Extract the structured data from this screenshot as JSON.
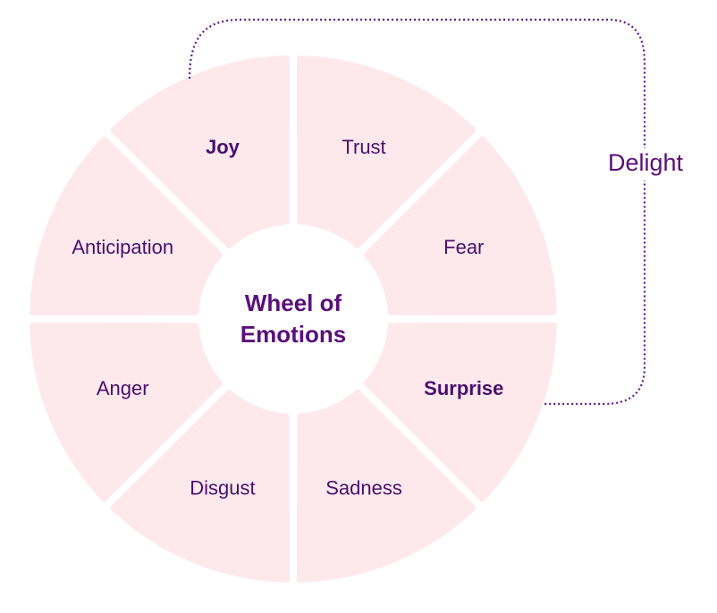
{
  "title": {
    "line1": "Wheel of",
    "line2": "Emotions"
  },
  "segments": [
    {
      "label": "Joy",
      "bold": true
    },
    {
      "label": "Trust",
      "bold": false
    },
    {
      "label": "Fear",
      "bold": false
    },
    {
      "label": "Surprise",
      "bold": true
    },
    {
      "label": "Sadness",
      "bold": false
    },
    {
      "label": "Disgust",
      "bold": false
    },
    {
      "label": "Anger",
      "bold": false
    },
    {
      "label": "Anticipation",
      "bold": false
    }
  ],
  "connector": {
    "label": "Delight",
    "from": "Joy",
    "to": "Surprise"
  },
  "colors": {
    "segment_fill": "#fde9ec",
    "text": "#4a0f6e",
    "accent": "#5a1a8a"
  }
}
